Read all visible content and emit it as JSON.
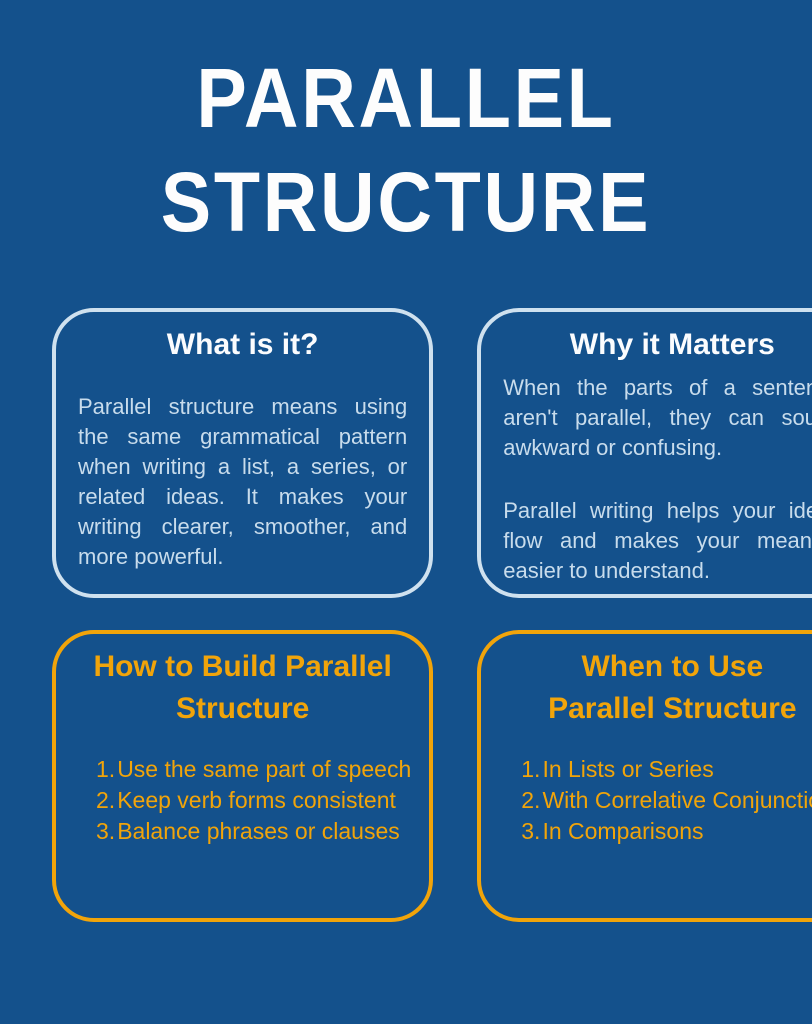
{
  "poster": {
    "title": {
      "line1": "PARALLEL",
      "line2": "STRUCTURE"
    }
  },
  "colors": {
    "background": "#14518c",
    "title_white": "#fdfdfd",
    "card_border_blue": "#cfe1ef",
    "card_heading_white": "#fbfcfe",
    "card_body_blue": "#c8dcec",
    "accent_gold": "#f1a40a"
  },
  "cards": [
    {
      "id": "what-is-it",
      "heading": "What is it?",
      "body": [
        "Parallel structure means using the same grammatical pattern when writing a list, a series, or related ideas. It makes your writing clearer, smoother, and more powerful."
      ]
    },
    {
      "id": "why-it-matters",
      "heading": "Why it Matters",
      "body": [
        "When the parts of a sentence aren't parallel, they can sound awkward or confusing.",
        "Parallel writing helps your ideas flow and makes your meaning easier to understand."
      ]
    },
    {
      "id": "how-to-build",
      "heading_line1": "How to Build Parallel",
      "heading_line2": "Structure",
      "items": [
        {
          "num": "1.",
          "text": "Use the same part of speech"
        },
        {
          "num": "2.",
          "text": "Keep verb forms consistent"
        },
        {
          "num": "3.",
          "text": "Balance phrases or clauses"
        }
      ]
    },
    {
      "id": "when-to-use",
      "heading_line1": "When to Use",
      "heading_line2": "Parallel Structure",
      "items": [
        {
          "num": "1.",
          "text": "In Lists or Series"
        },
        {
          "num": "2.",
          "text": "With Correlative Conjunctions"
        },
        {
          "num": "3.",
          "text": "In Comparisons"
        }
      ]
    }
  ]
}
